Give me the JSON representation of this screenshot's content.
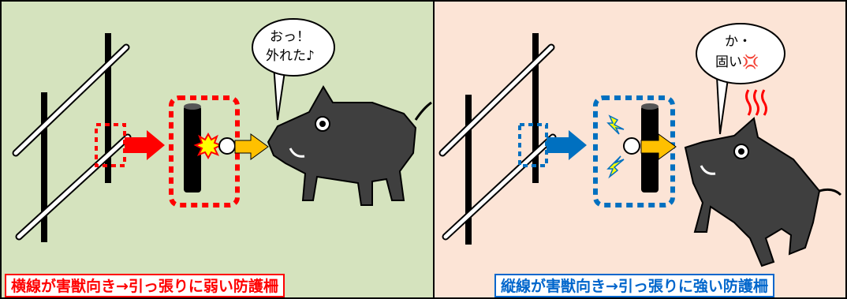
{
  "colors": {
    "left_bg": "#d5e3be",
    "right_bg": "#fce4d6",
    "red": "#ff0000",
    "blue": "#0070c0",
    "orange": "#ffc000",
    "boar": "#3f3f3f"
  },
  "left_panel": {
    "speech_line1": "おっ！",
    "speech_line2": "外れた♪",
    "caption": "横線が害獣向き→引っ張りに弱い防護柵"
  },
  "right_panel": {
    "speech_line1": "か・",
    "speech_line2": "固い💢",
    "caption": "縦線が害獣向き→引っ張りに強い防護柵"
  }
}
